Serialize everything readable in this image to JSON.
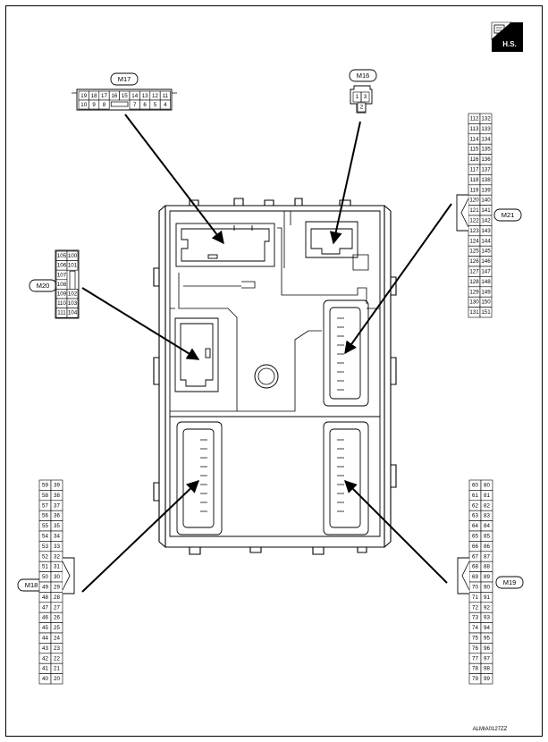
{
  "badge": {
    "label": "H.S.",
    "icon": "connector-harness-icon"
  },
  "image_code": "ALMIA0127ZZ",
  "connectors": {
    "m16": {
      "label": "M16",
      "pins": [
        "1",
        "3",
        "2"
      ]
    },
    "m17": {
      "label": "M17",
      "top_row": [
        "19",
        "18",
        "17",
        "16",
        "15",
        "14",
        "13",
        "12",
        "11"
      ],
      "bottom_row": [
        "10",
        "9",
        "8",
        "7",
        "6",
        "5",
        "4"
      ]
    },
    "m20": {
      "label": "M20",
      "left_col": [
        "105",
        "106",
        "107",
        "108",
        "109",
        "110",
        "111"
      ],
      "right_col": [
        "100",
        "101",
        "",
        "102",
        "103",
        "104"
      ]
    },
    "m21": {
      "label": "M21",
      "left_col": [
        "112",
        "113",
        "114",
        "115",
        "116",
        "117",
        "118",
        "119",
        "120",
        "121",
        "122",
        "123",
        "124",
        "125",
        "126",
        "127",
        "128",
        "129",
        "130",
        "131"
      ],
      "right_col": [
        "132",
        "133",
        "134",
        "135",
        "136",
        "137",
        "138",
        "139",
        "140",
        "141",
        "142",
        "143",
        "144",
        "145",
        "146",
        "147",
        "148",
        "149",
        "150",
        "151"
      ]
    },
    "m18": {
      "label": "M18",
      "left_col": [
        "59",
        "58",
        "57",
        "56",
        "55",
        "54",
        "53",
        "52",
        "51",
        "50",
        "49",
        "48",
        "47",
        "46",
        "45",
        "44",
        "43",
        "42",
        "41",
        "40"
      ],
      "right_col": [
        "39",
        "38",
        "37",
        "36",
        "35",
        "34",
        "33",
        "32",
        "31",
        "30",
        "29",
        "28",
        "27",
        "26",
        "25",
        "24",
        "23",
        "22",
        "21",
        "20"
      ]
    },
    "m19": {
      "label": "M19",
      "left_col": [
        "60",
        "61",
        "62",
        "63",
        "64",
        "65",
        "66",
        "67",
        "68",
        "69",
        "70",
        "71",
        "72",
        "73",
        "74",
        "75",
        "76",
        "77",
        "78",
        "79"
      ],
      "right_col": [
        "80",
        "81",
        "82",
        "83",
        "84",
        "85",
        "86",
        "87",
        "88",
        "89",
        "90",
        "91",
        "92",
        "93",
        "94",
        "95",
        "96",
        "97",
        "98",
        "99"
      ]
    }
  }
}
